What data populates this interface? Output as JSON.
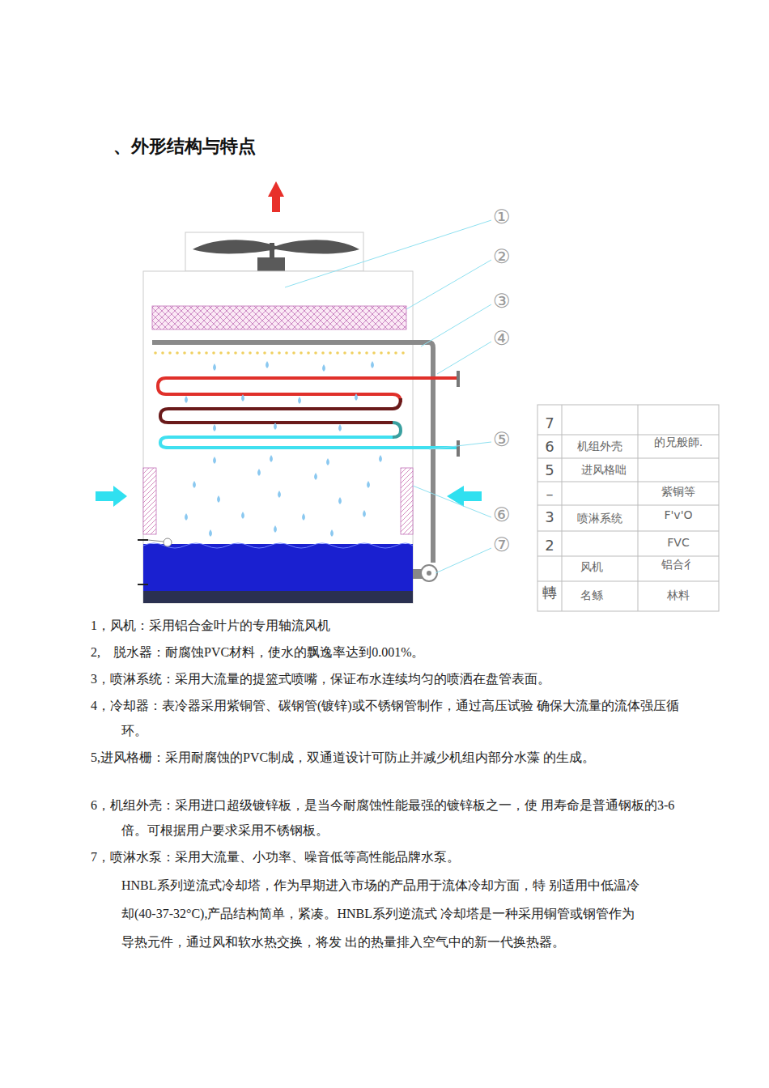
{
  "diagram": {
    "title": "、外形结构与特点",
    "labels": [
      "①",
      "②",
      "③",
      "④",
      "⑤",
      "⑥",
      "⑦",
      "7",
      "6",
      "机组外壳",
      "的兄般師.",
      "5",
      "进风格咄",
      "–",
      "紫铜等",
      "3",
      "喷淋系统",
      "F'v'O",
      "2",
      "FVC",
      "风机",
      "铝合彳",
      "轉",
      "名鲧",
      "林料",
      "1，风机：采用铝合金叶片的专用轴流风机",
      "2,　脱水器：耐腐蚀PVC材料，使水的飘逸率达到0.001%。",
      "3，喷淋系统：采用大流量的提篮式喷嘴，保证布水连续均匀的喷洒在盘管表面。",
      "4，冷却器：表冷器采用紫铜管、碳钢管(镀锌)或不锈钢管制作，通过高压试验 确保大流量的流体强压循环。",
      "5,进风格栅：采用耐腐蚀的PVC制成，双通道设计可防止并减少机组内部分水藻 的生成。",
      "6，机组外壳：采用进口超级镀锌板，是当今耐腐蚀性能最强的镀锌板之一，使 用寿命是普通钢板的3-6倍。可根据用户要求采用不锈钢板。",
      "7，喷淋水泵：采用大流量、小功率、噪音低等高性能品牌水泵。",
      "HNBL系列逆流式冷却塔，作为早期进入市场的产品用于流体冷却方面，特 别适用中低温冷却(40-37-32°C),产品结构简单，紧凑。HNBL系列逆流式 冷却塔是一种采用铜管或钢管作为导热元件，通过风和软水热交换，将发 出的热量排入空气中的新一代换热器。"
    ]
  }
}
